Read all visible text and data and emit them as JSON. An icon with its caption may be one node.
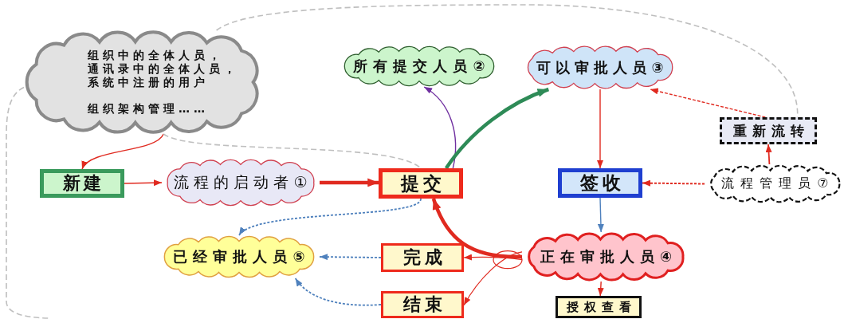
{
  "diagram": {
    "nodes": [
      {
        "text": [
          "组织中的全体人员，",
          "通讯录中的全体人员，",
          "系统中注册的用户",
          "组织架构管理……"
        ]
      },
      {
        "text": [
          "所有提交人员②"
        ]
      },
      {
        "text": [
          "可以审批人员③"
        ]
      },
      {
        "text": [
          "重新流转"
        ]
      },
      {
        "text": [
          "新建"
        ]
      },
      {
        "text": [
          "流程的启动者①"
        ]
      },
      {
        "text": [
          "提交"
        ]
      },
      {
        "text": [
          "签收"
        ]
      },
      {
        "text": [
          "流程管理员⑦"
        ]
      },
      {
        "text": [
          "已经审批人员⑤"
        ]
      },
      {
        "text": [
          "完成"
        ]
      },
      {
        "text": [
          "正在审批人员④"
        ]
      },
      {
        "text": [
          "结束"
        ]
      },
      {
        "text": [
          "授权查看"
        ]
      }
    ],
    "edges": [
      {
        "from": 0,
        "to": 4,
        "arrow": "to"
      },
      {
        "from": 4,
        "to": 5,
        "arrow": "to"
      },
      {
        "from": 5,
        "to": 6,
        "arrow": "to",
        "style": "thick"
      },
      {
        "from": 6,
        "to": 1,
        "arrow": "to",
        "color": "#7030a0"
      },
      {
        "from": 6,
        "to": 2,
        "arrow": "to",
        "style": "thick",
        "color": "#2e8b57"
      },
      {
        "from": 2,
        "to": 7,
        "arrow": "to"
      },
      {
        "from": 3,
        "to": 2,
        "arrow": "to",
        "style": "dashed"
      },
      {
        "from": 8,
        "to": 3,
        "arrow": "to"
      },
      {
        "from": 8,
        "to": 7,
        "arrow": "to",
        "style": "dashed"
      },
      {
        "from": 7,
        "to": 11,
        "arrow": "to",
        "color": "#4f81bd"
      },
      {
        "from": 11,
        "to": 6,
        "arrow": "to",
        "style": "thick"
      },
      {
        "from": 11,
        "to": 10,
        "arrow": "to"
      },
      {
        "from": 11,
        "to": 12,
        "arrow": "to"
      },
      {
        "from": 11,
        "to": 13,
        "arrow": "to"
      },
      {
        "from": 6,
        "to": 9,
        "arrow": "to",
        "style": "dashed",
        "color": "#4f81bd"
      },
      {
        "from": 10,
        "to": 9,
        "arrow": "to",
        "style": "dashed",
        "color": "#4f81bd"
      },
      {
        "from": 12,
        "to": 9,
        "arrow": "to",
        "style": "dashed",
        "color": "#4f81bd"
      },
      {
        "from": 0,
        "to": 6,
        "arrow": "none",
        "style": "dashed",
        "color": "#bfbfbf"
      },
      {
        "from": 0,
        "to": 3,
        "arrow": "none",
        "style": "dashed",
        "color": "#bfbfbf"
      },
      {
        "from": 0,
        "to": null,
        "arrow": "none",
        "style": "dashed",
        "color": "#bfbfbf"
      }
    ]
  }
}
